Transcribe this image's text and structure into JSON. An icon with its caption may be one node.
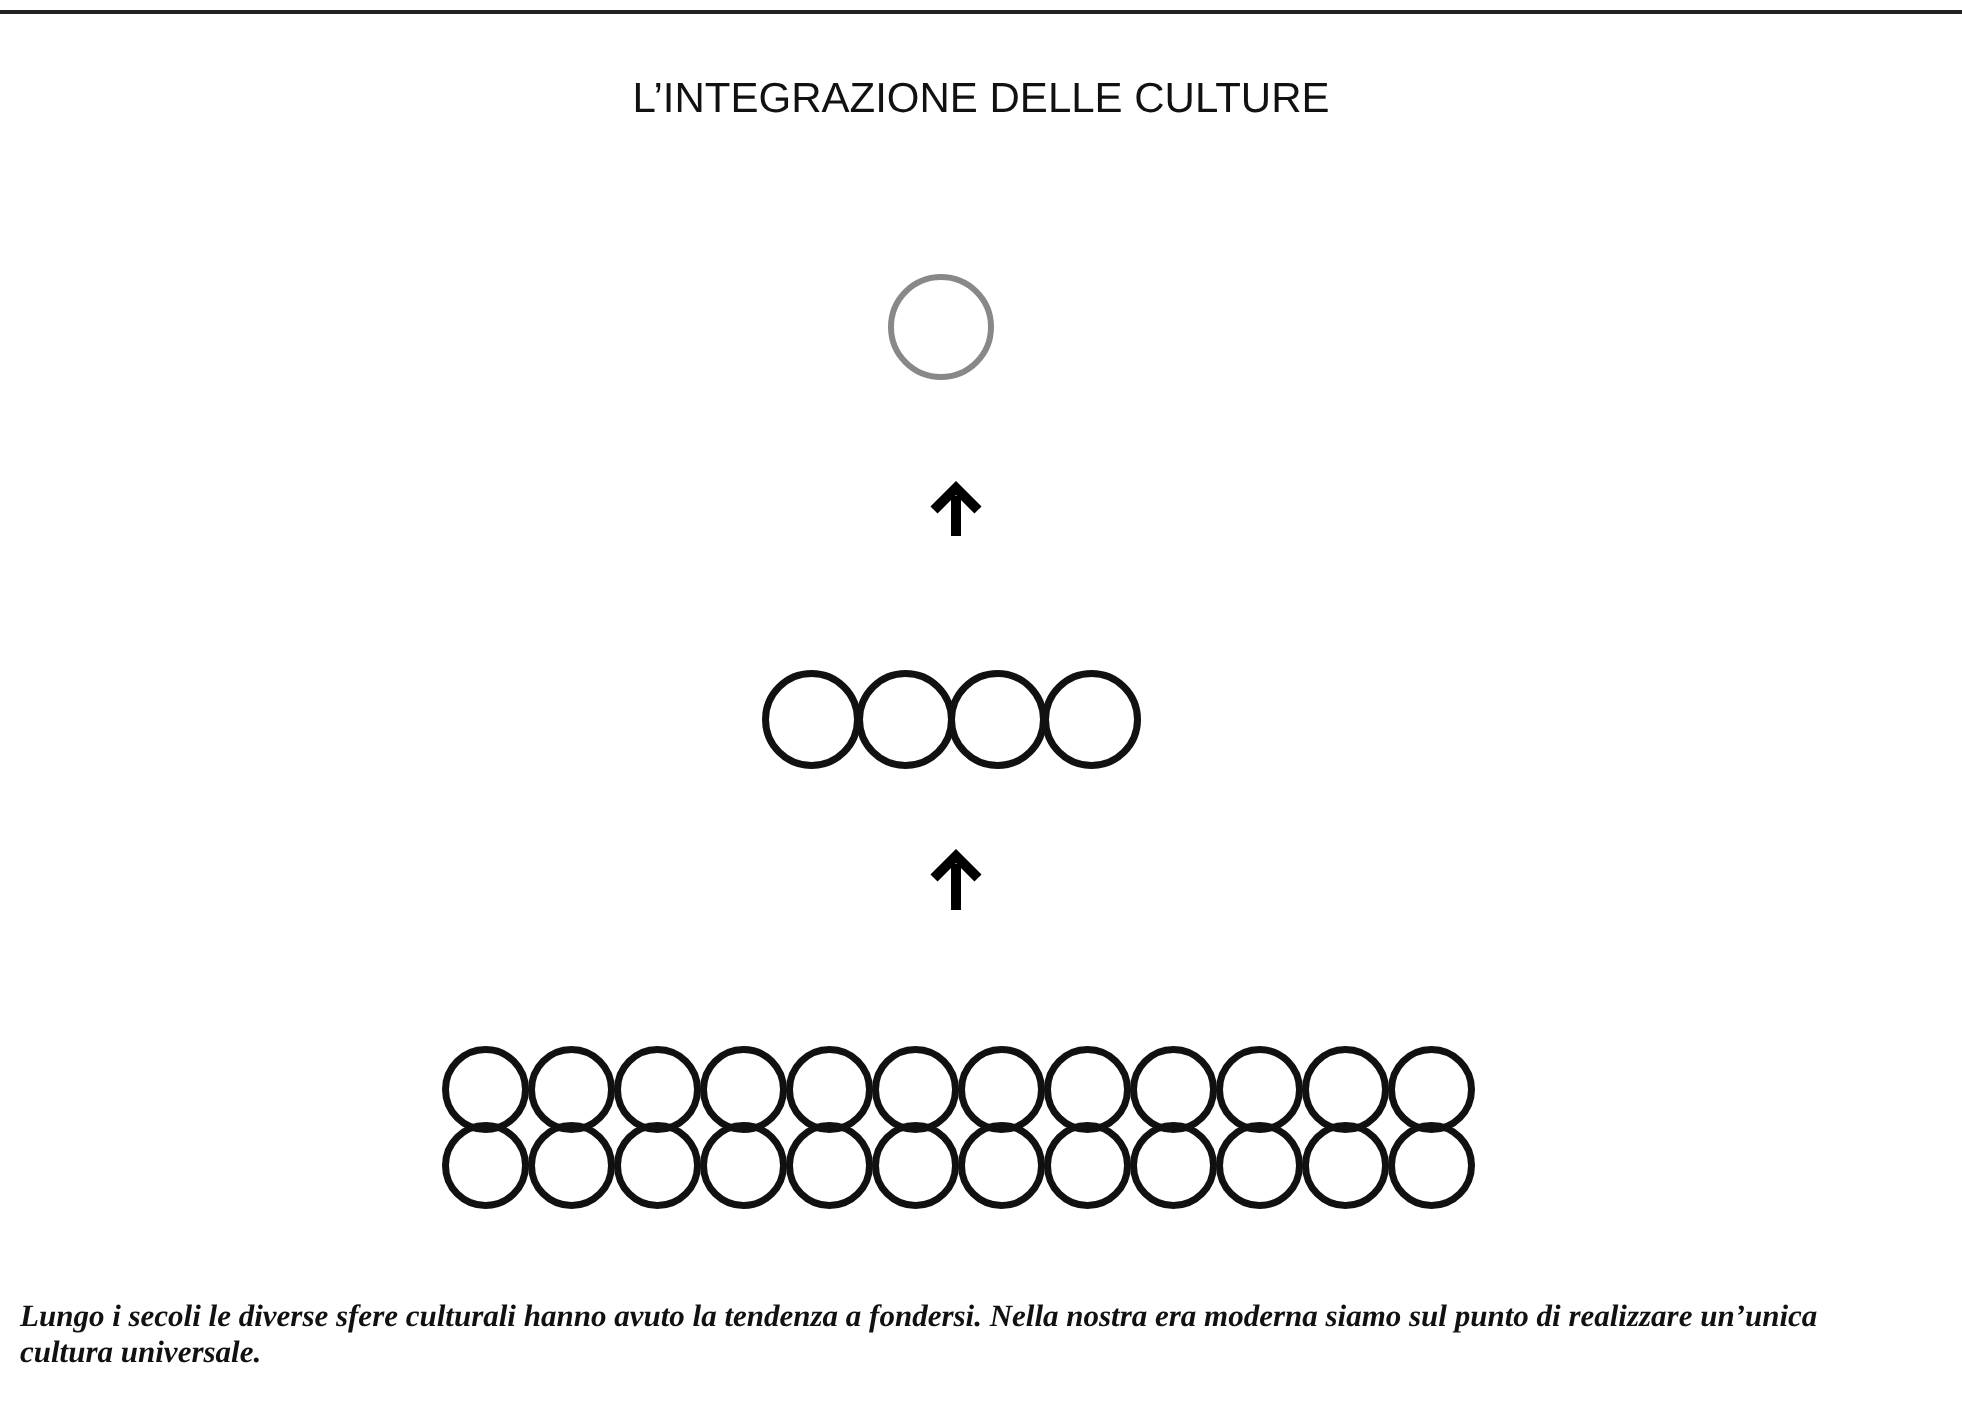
{
  "diagram": {
    "title": "L’INTEGRAZIONE DELLE CULTURE",
    "caption": "Lungo i secoli le diverse sfere culturali hanno avuto la tendenza a fondersi. Nella nostra era moderna siamo sul punto di realizzare un’unica cultura universale.",
    "nodes": [
      {
        "text": [],
        "shape": "circle"
      },
      {
        "text": [],
        "shape": "circle"
      },
      {
        "text": [],
        "shape": "circle"
      },
      {
        "text": [],
        "shape": "circle"
      },
      {
        "text": [],
        "shape": "circle"
      },
      {
        "text": [],
        "shape": "circle"
      },
      {
        "text": [],
        "shape": "circle"
      },
      {
        "text": [],
        "shape": "circle"
      },
      {
        "text": [],
        "shape": "circle"
      },
      {
        "text": [],
        "shape": "circle"
      },
      {
        "text": [],
        "shape": "circle"
      },
      {
        "text": [],
        "shape": "circle"
      },
      {
        "text": [],
        "shape": "circle"
      },
      {
        "text": [],
        "shape": "circle"
      },
      {
        "text": [],
        "shape": "circle"
      },
      {
        "text": [],
        "shape": "circle"
      },
      {
        "text": [],
        "shape": "circle"
      },
      {
        "text": [],
        "shape": "circle"
      },
      {
        "text": [],
        "shape": "circle"
      },
      {
        "text": [],
        "shape": "circle"
      },
      {
        "text": [],
        "shape": "circle"
      },
      {
        "text": [],
        "shape": "circle"
      },
      {
        "text": [],
        "shape": "circle"
      },
      {
        "text": [],
        "shape": "circle"
      },
      {
        "text": [],
        "shape": "circle"
      },
      {
        "text": [],
        "shape": "circle"
      },
      {
        "text": [],
        "shape": "circle"
      },
      {
        "text": [],
        "shape": "circle"
      },
      {
        "text": [],
        "shape": "circle"
      }
    ],
    "edges": []
  }
}
